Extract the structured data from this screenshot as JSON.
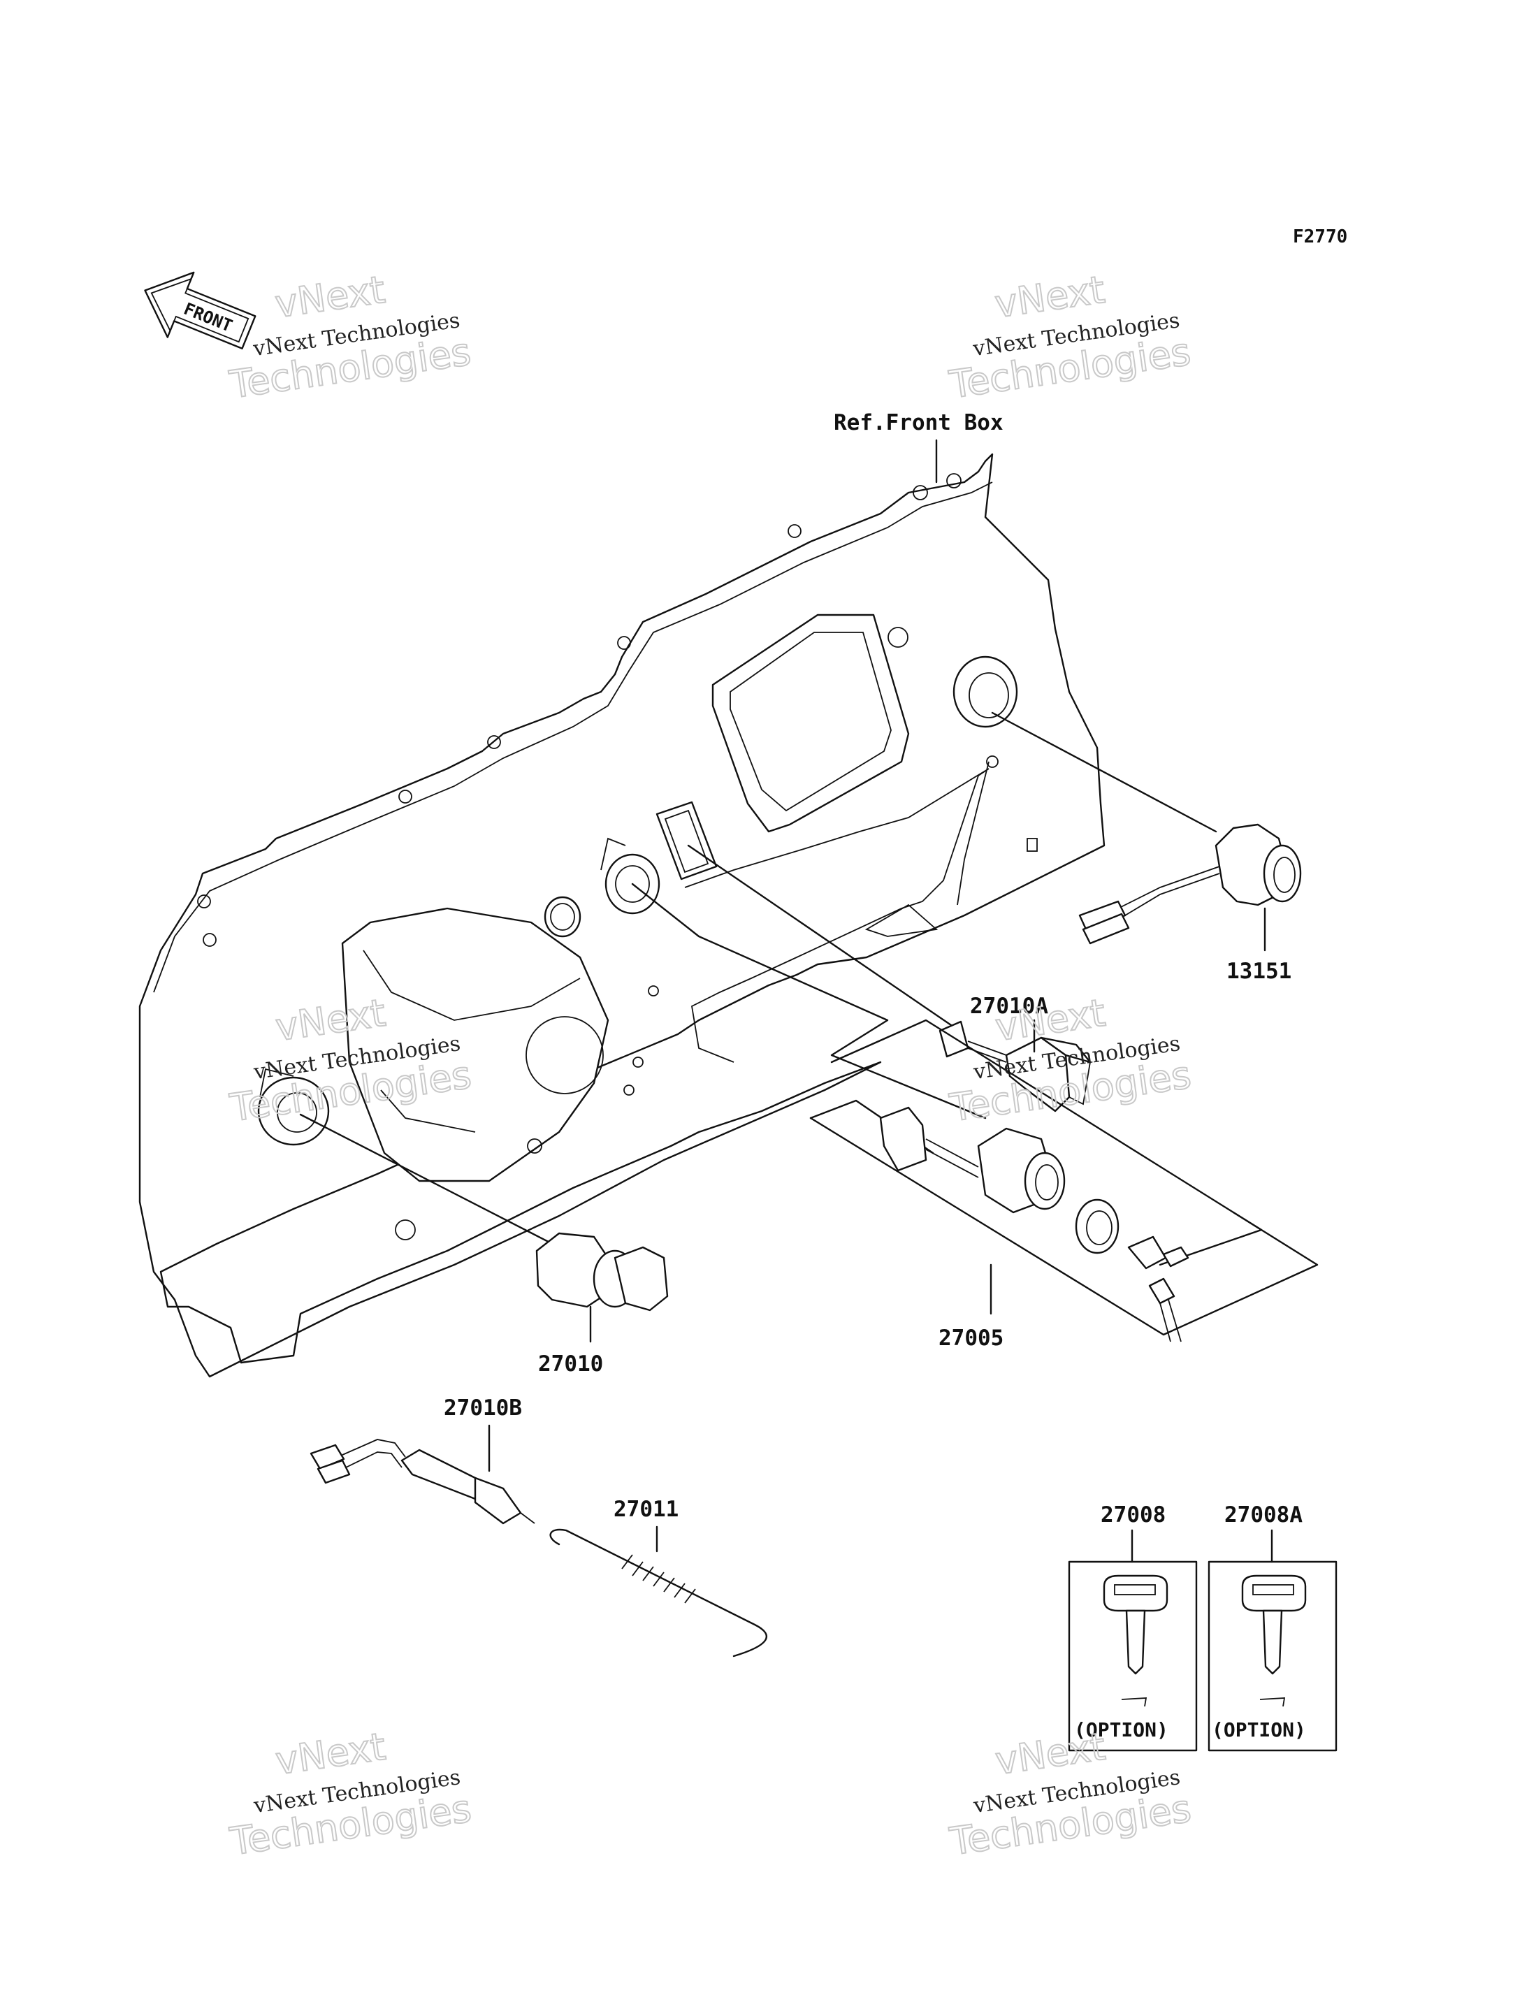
{
  "figure_code": "F2770",
  "front_arrow": "FRONT",
  "ref_label": "Ref.Front Box",
  "parts": {
    "p13151": "13151",
    "p27010A": "27010A",
    "p27005": "27005",
    "p27010": "27010",
    "p27010B": "27010B",
    "p27011": "27011",
    "p27008": "27008",
    "p27008A": "27008A"
  },
  "option_label": "(OPTION)",
  "watermark": {
    "line1": "vNext",
    "line2": "vNext Technologies",
    "line3": "Technologies"
  },
  "colors": {
    "ink": "#111111",
    "background": "#ffffff",
    "watermark": "#c9c9c9"
  }
}
